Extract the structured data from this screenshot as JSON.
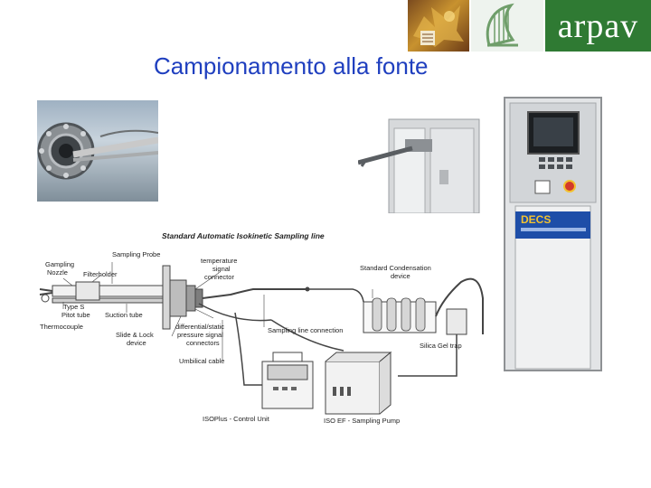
{
  "header": {
    "brand_text": "arpav"
  },
  "slide": {
    "title": "Campionamento alla fonte"
  },
  "cabinet": {
    "brand": "DECS"
  },
  "diagram": {
    "title": "Standard Automatic Isokinetic Sampling line",
    "labels": {
      "sampling_probe": "Sampling Probe",
      "gampling_nozzle_1": "Gampling",
      "gampling_nozzle_2": "Nozzle",
      "filterholder": "Filterholder",
      "temperature_1": "temperature",
      "temperature_2": "signal",
      "temperature_3": "connector",
      "condensation_1": "Standard Condensation",
      "condensation_2": "device",
      "type_s_1": "Type S",
      "type_s_2": "Pitot tube",
      "suction_tube": "Suction tube",
      "thermocouple": "Thermocouple",
      "differential_1": "differential/static",
      "differential_2": "pressure signal",
      "differential_3": "connectors",
      "sampling_line": "Sampling line connection",
      "slide_lock_1": "Slide & Lock",
      "slide_lock_2": "device",
      "silica": "Silica Gel trap",
      "umbilical": "Umbilical cable",
      "isoplus": "ISOPlus - Control Unit",
      "isoef": "ISO EF - Sampling Pump"
    }
  },
  "colors": {
    "title": "#1f3fbf",
    "brand_green": "#2f7a33"
  }
}
